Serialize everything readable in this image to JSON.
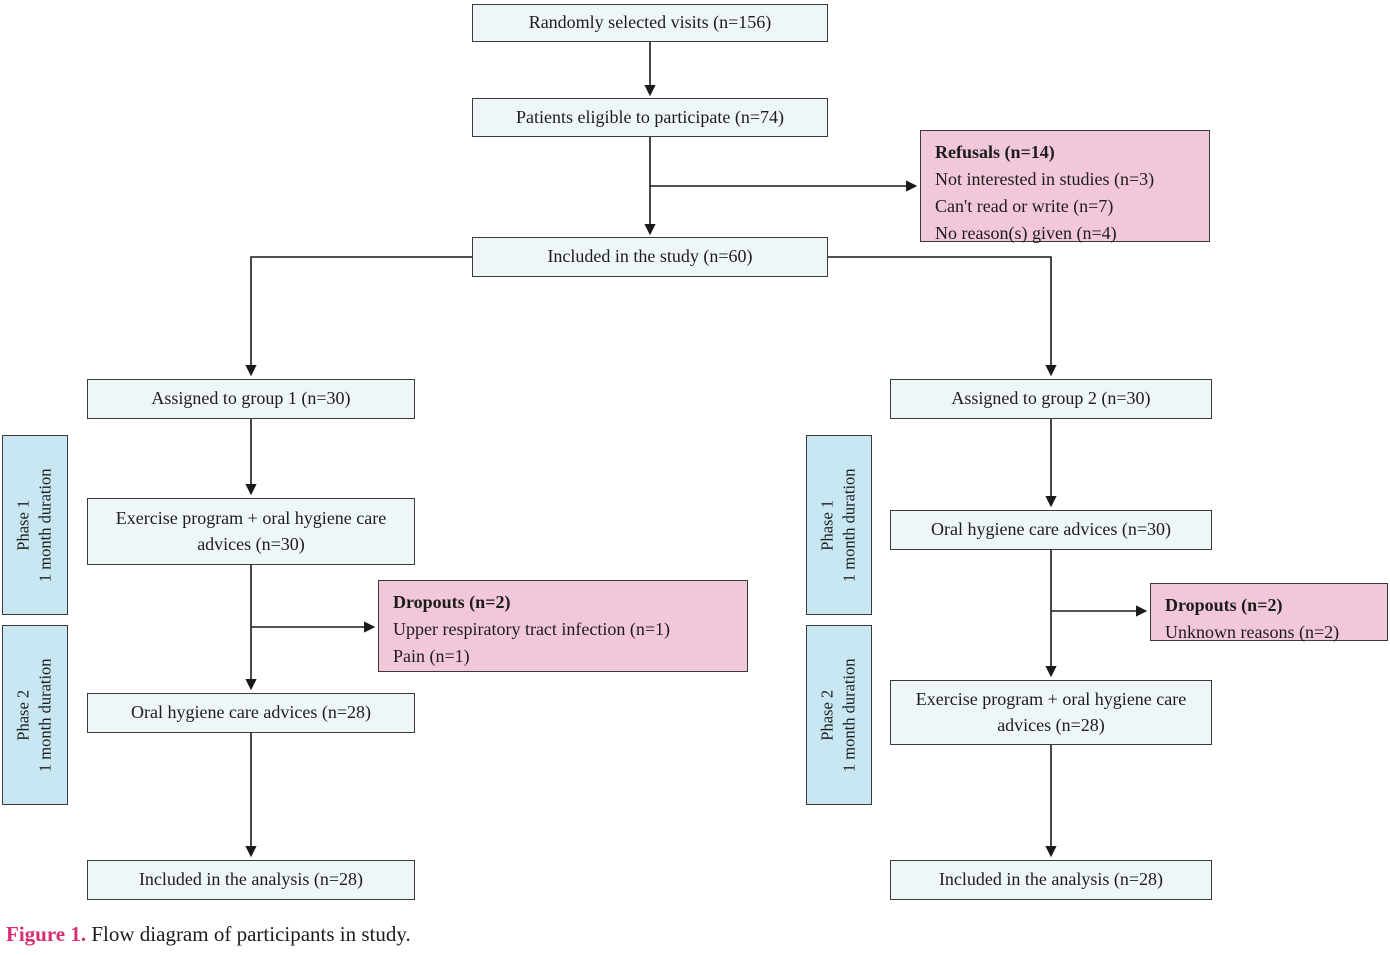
{
  "colors": {
    "box_fill": "#eef6f8",
    "box_border": "#3a3a3a",
    "pink_fill": "#f1c7d9",
    "blue_fill": "#c8e7f3",
    "caption_accent": "#d42f74",
    "text": "#1c1c1c",
    "line": "#1a1a1a"
  },
  "nodes": {
    "random_visits": {
      "label": "Randomly selected visits (n=156)"
    },
    "eligible": {
      "label": "Patients eligible to participate (n=74)"
    },
    "refusals": {
      "title": "Refusals (n=14)",
      "lines": [
        "Not interested in studies (n=3)",
        "Can't read or write (n=7)",
        "No reason(s) given (n=4)"
      ]
    },
    "included": {
      "label": "Included in the study (n=60)"
    },
    "group1": {
      "label": "Assigned to group 1 (n=30)"
    },
    "group2": {
      "label": "Assigned to group 2 (n=30)"
    },
    "g1_phase1": {
      "label": "Exercise program + oral hygiene care advices (n=30)"
    },
    "g1_dropouts": {
      "title": "Dropouts (n=2)",
      "lines": [
        "Upper respiratory tract infection (n=1)",
        "Pain (n=1)"
      ]
    },
    "g1_phase2": {
      "label": "Oral hygiene care advices (n=28)"
    },
    "g1_analysis": {
      "label": "Included in the analysis (n=28)"
    },
    "g2_phase1": {
      "label": "Oral hygiene care advices (n=30)"
    },
    "g2_dropouts": {
      "title": "Dropouts (n=2)",
      "lines": [
        "Unknown reasons (n=2)"
      ]
    },
    "g2_phase2": {
      "label": "Exercise program + oral hygiene care advices (n=28)"
    },
    "g2_analysis": {
      "label": "Included in the analysis (n=28)"
    }
  },
  "phase_labels": {
    "phase1": {
      "line1": "Phase 1",
      "line2": "1 month duration"
    },
    "phase2": {
      "line1": "Phase 2",
      "line2": "1 month duration"
    }
  },
  "caption": {
    "prefix": "Figure 1.",
    "text": " Flow diagram of participants in study."
  }
}
